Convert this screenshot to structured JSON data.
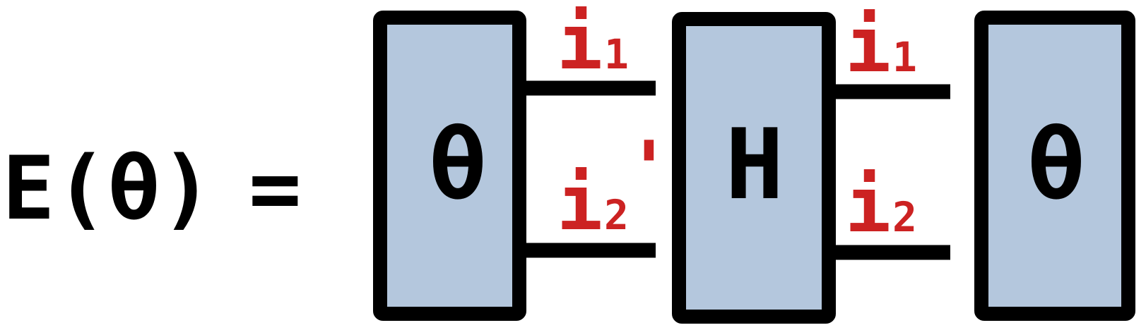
{
  "equation": {
    "lhs": "E(θ)",
    "equals": "="
  },
  "tensors": {
    "left": "θ",
    "middle": "H",
    "right": "θ"
  },
  "indices": {
    "left_top": {
      "base": "i",
      "sub": "1",
      "prime": "'"
    },
    "left_bottom": {
      "base": "i",
      "sub": "2",
      "prime": "'"
    },
    "right_top": {
      "base": "i",
      "sub": "1"
    },
    "right_bottom": {
      "base": "i",
      "sub": "2"
    }
  },
  "colors": {
    "box_fill": "#b4c7dd",
    "stroke": "#000000",
    "index_text": "#cc2222",
    "text": "#000000"
  }
}
